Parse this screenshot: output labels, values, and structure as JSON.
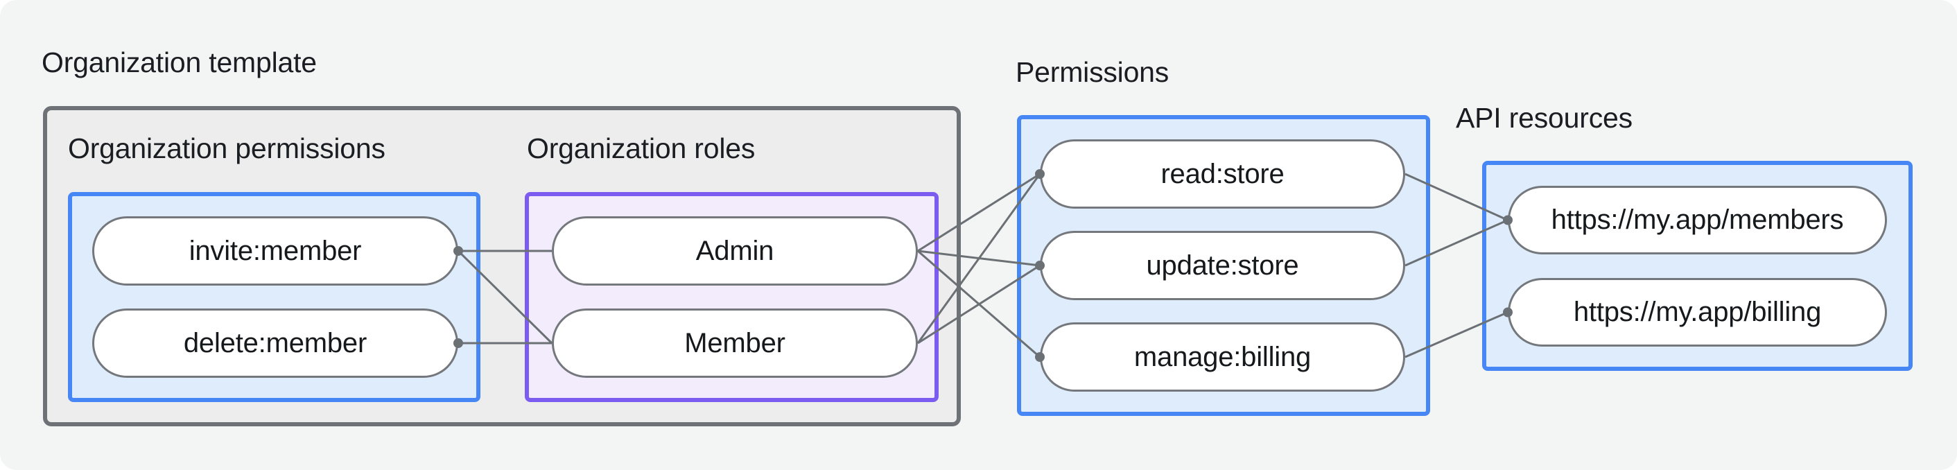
{
  "title": "Organization template",
  "sections": {
    "org_permissions": {
      "label": "Organization permissions",
      "pills": [
        "invite:member",
        "delete:member"
      ]
    },
    "org_roles": {
      "label": "Organization roles",
      "pills": [
        "Admin",
        "Member"
      ]
    },
    "permissions": {
      "label": "Permissions",
      "pills": [
        "read:store",
        "update:store",
        "manage:billing"
      ]
    },
    "api_resources": {
      "label": "API resources",
      "pills": [
        "https://my.app/members",
        "https://my.app/billing"
      ]
    }
  },
  "colors": {
    "background": "#f3f5f4",
    "gray_box_fill": "#ededee",
    "gray_box_border": "#6e7276",
    "blue_box_fill": "#dfecfb",
    "blue_box_border": "#4787f5",
    "purple_box_fill": "#f2ecfd",
    "purple_box_border": "#7c5cf0",
    "pill_fill": "#ffffff",
    "pill_border": "#74787c",
    "line": "#6b7074",
    "dot": "#6b7074",
    "text": "#1a1d21"
  },
  "edges": [
    {
      "from": "invite",
      "to": "admin"
    },
    {
      "from": "invite",
      "to": "member"
    },
    {
      "from": "delete",
      "to": "member"
    },
    {
      "from": "admin",
      "to": "read"
    },
    {
      "from": "admin",
      "to": "update"
    },
    {
      "from": "admin",
      "to": "manage"
    },
    {
      "from": "member",
      "to": "read"
    },
    {
      "from": "member",
      "to": "update"
    },
    {
      "from": "read",
      "to": "members"
    },
    {
      "from": "update",
      "to": "members"
    },
    {
      "from": "manage",
      "to": "billing"
    }
  ],
  "dots": [
    {
      "node": "invite",
      "side": "right"
    },
    {
      "node": "delete",
      "side": "right"
    },
    {
      "node": "read",
      "side": "left"
    },
    {
      "node": "update",
      "side": "left"
    },
    {
      "node": "manage",
      "side": "left"
    },
    {
      "node": "members",
      "side": "left"
    },
    {
      "node": "billing",
      "side": "left"
    }
  ]
}
